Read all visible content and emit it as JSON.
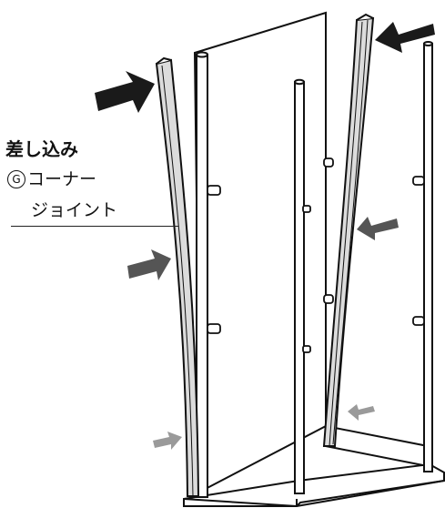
{
  "label": {
    "line1": "差し込み",
    "circled_letter": "G",
    "line2": "コーナー",
    "line3": "ジョイント"
  },
  "colors": {
    "outline": "#111111",
    "panel_fill": "#ffffff",
    "profile_fill": "#dcdcdc",
    "arrow_dark": "#1a1a1a",
    "arrow_mid": "#555555",
    "arrow_light": "#9a9a9a"
  },
  "icons": [
    "arrow-icon",
    "circled-letter-g-icon"
  ]
}
